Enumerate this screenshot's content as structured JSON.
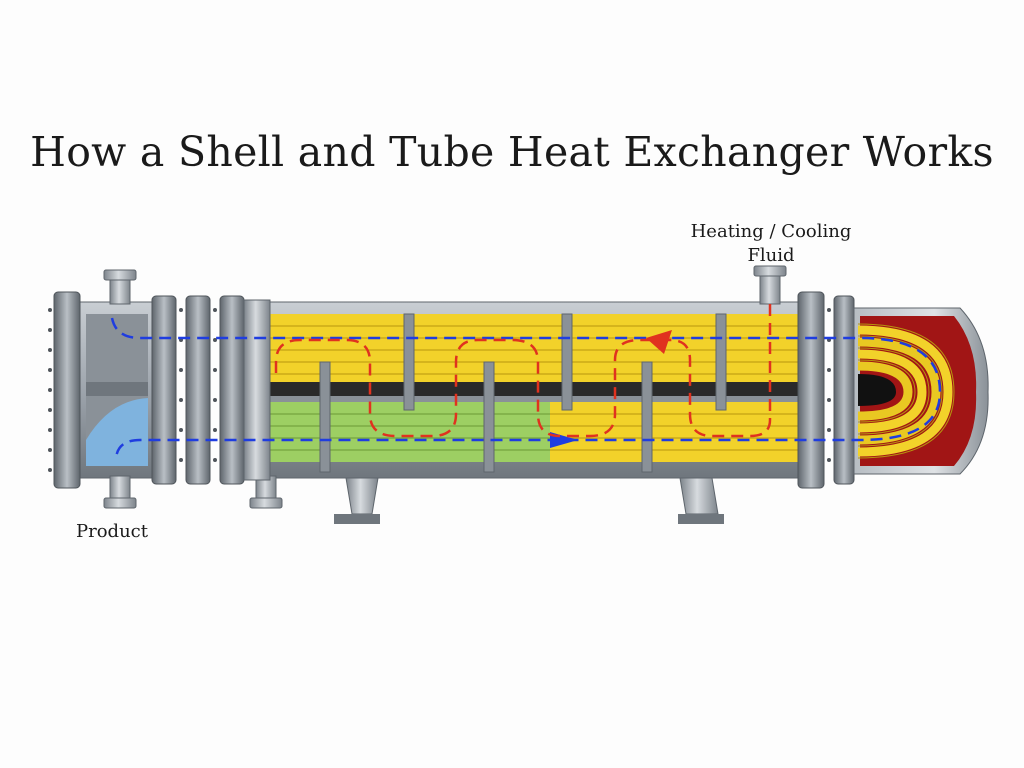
{
  "title": "How a Shell and Tube Heat Exchanger Works",
  "labels": {
    "fluid_line1": "Heating / Cooling",
    "fluid_line2": "Fluid",
    "product": "Product"
  },
  "colors": {
    "steel": "#9ea5ad",
    "steel_dark": "#6f767d",
    "steel_light": "#d7dbdf",
    "hot_tubes": "#f2d22a",
    "cool_tubes": "#9dcf63",
    "divider": "#111111",
    "product_flow": "#1f3de0",
    "fluid_flow": "#e0321f",
    "inlet_chamber": "#7fb3de",
    "return_head": "#a11515"
  },
  "icons": [
    "product-flow-arrow-icon",
    "fluid-flow-arrow-icon"
  ]
}
